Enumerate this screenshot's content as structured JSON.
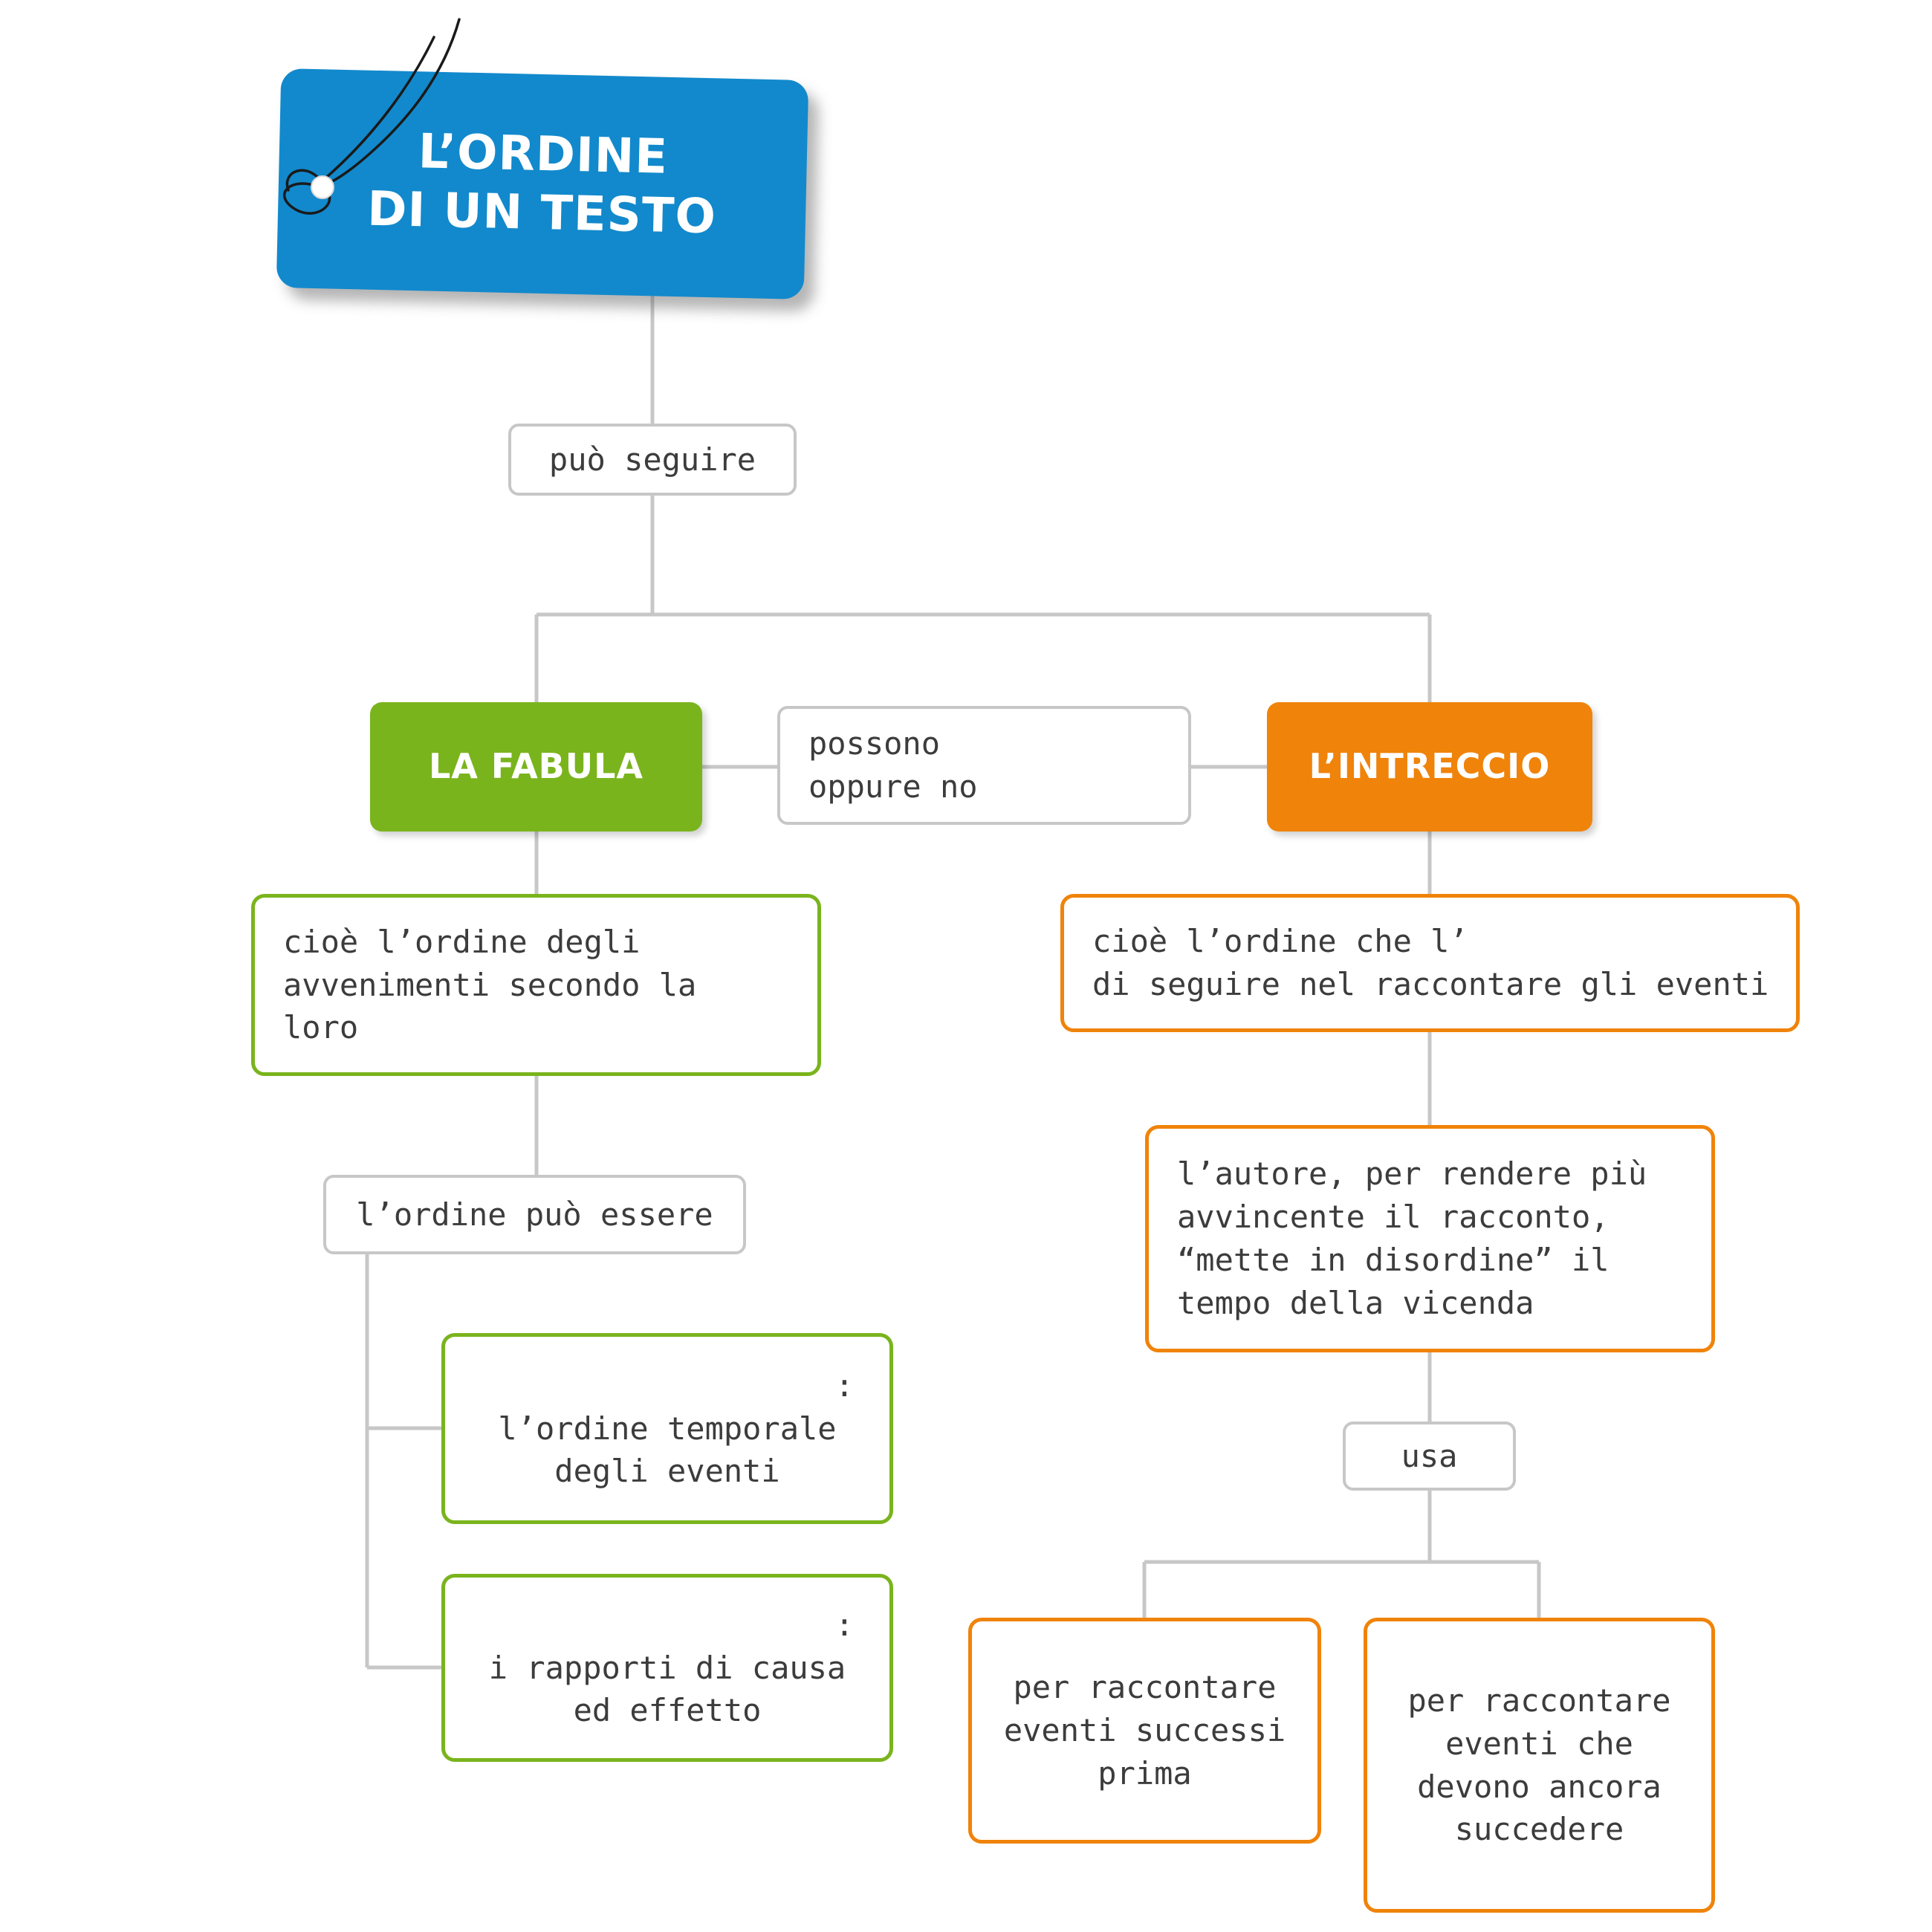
{
  "colors": {
    "blue": "#1289cc",
    "green": "#7ab41d",
    "orange": "#f0830a",
    "gray": "#c7c7c7",
    "text": "#3c3c3c"
  },
  "tag": {
    "line1": "L’ORDINE",
    "line2": "DI UN TESTO"
  },
  "nodes": {
    "puo_seguire": {
      "label": "può seguire"
    },
    "fabula": {
      "label": "LA FABULA"
    },
    "possono": {
      "line1": "possono",
      "line2": "oppure no"
    },
    "intreccio": {
      "label": "L’INTRECCIO"
    },
    "fabula_def": {
      "line1": "cioè l’ordine degli",
      "line2": "avvenimenti secondo la",
      "line3": "loro"
    },
    "ordine": {
      "label": "l’ordine può essere"
    },
    "temporale": {
      "colon": ":",
      "line1": "l’ordine temporale",
      "line2": "degli eventi"
    },
    "causa": {
      "colon": ":",
      "line1": "i rapporti di causa",
      "line2": "ed effetto"
    },
    "intreccio_def": {
      "line1": "cioè l’ordine che l’",
      "line2": "di seguire nel raccontare gli eventi"
    },
    "autore": {
      "line1": "l’autore, per rendere più",
      "line2": "avvincente il racconto,",
      "line3": "“mette in disordine” il",
      "line4": "tempo della vicenda"
    },
    "usa": {
      "label": "usa"
    },
    "prima": {
      "line1": "per raccontare",
      "line2": "eventi successi",
      "line3": "prima"
    },
    "succedere": {
      "line1": "per raccontare",
      "line2": "eventi che",
      "line3": "devono ancora",
      "line4": "succedere"
    }
  }
}
